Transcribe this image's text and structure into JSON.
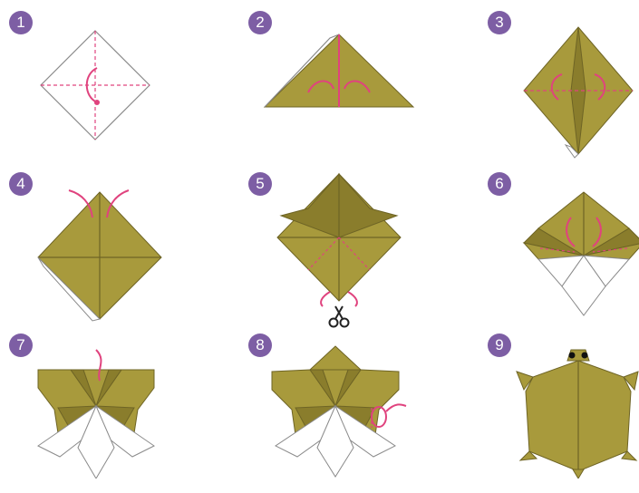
{
  "steps": [
    {
      "number": "1"
    },
    {
      "number": "2"
    },
    {
      "number": "3"
    },
    {
      "number": "4"
    },
    {
      "number": "5"
    },
    {
      "number": "6"
    },
    {
      "number": "7"
    },
    {
      "number": "8"
    },
    {
      "number": "9"
    }
  ],
  "colors": {
    "paper": "#a89a3c",
    "paper_dark": "#8a7d2c",
    "paper_light": "#b8aa50",
    "white_side": "#ffffff",
    "outline": "#8a8a8a",
    "fold_guide": "#e0437e",
    "badge": "#7d5ea4"
  },
  "icons": [
    "scissors-icon",
    "fold-arrow-icon",
    "turn-over-icon"
  ]
}
